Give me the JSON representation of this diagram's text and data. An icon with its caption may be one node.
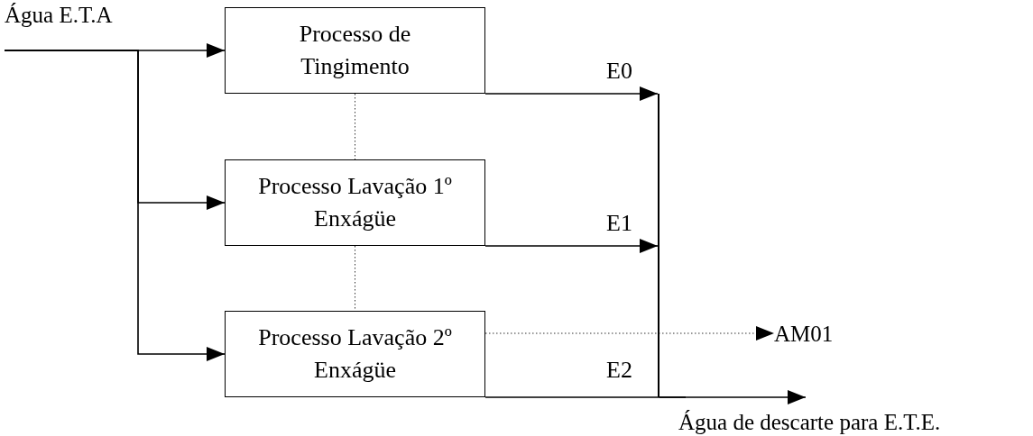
{
  "diagram": {
    "nodes": [
      {
        "text": [
          "Água E.T.A"
        ]
      },
      {
        "text": [
          "Processo de Tingimento"
        ]
      },
      {
        "text": [
          "Processo Lavação 1º Enxágüe"
        ]
      },
      {
        "text": [
          "Processo Lavação 2º Enxágüe"
        ]
      },
      {
        "text": [],
        "shape": "bar"
      },
      {
        "text": [
          "AM01"
        ]
      },
      {
        "text": [
          "Água de descarte para E.T.E."
        ]
      }
    ],
    "edges": [
      {
        "from": 0,
        "to": 1,
        "arrow": "to"
      },
      {
        "from": 0,
        "to": 2,
        "arrow": "to"
      },
      {
        "from": 0,
        "to": 3,
        "arrow": "to"
      },
      {
        "from": 1,
        "to": 4,
        "arrow": "to",
        "label": "E0"
      },
      {
        "from": 2,
        "to": 4,
        "arrow": "to",
        "label": "E1"
      },
      {
        "from": 3,
        "to": 6,
        "arrow": "to",
        "label": "E2"
      },
      {
        "from": 4,
        "to": 6,
        "arrow": "none"
      },
      {
        "from": 1,
        "to": 2,
        "arrow": "none",
        "style": "dashed"
      },
      {
        "from": 2,
        "to": 3,
        "arrow": "none",
        "style": "dashed"
      },
      {
        "from": 3,
        "to": 5,
        "arrow": "to",
        "style": "dashed"
      }
    ]
  }
}
